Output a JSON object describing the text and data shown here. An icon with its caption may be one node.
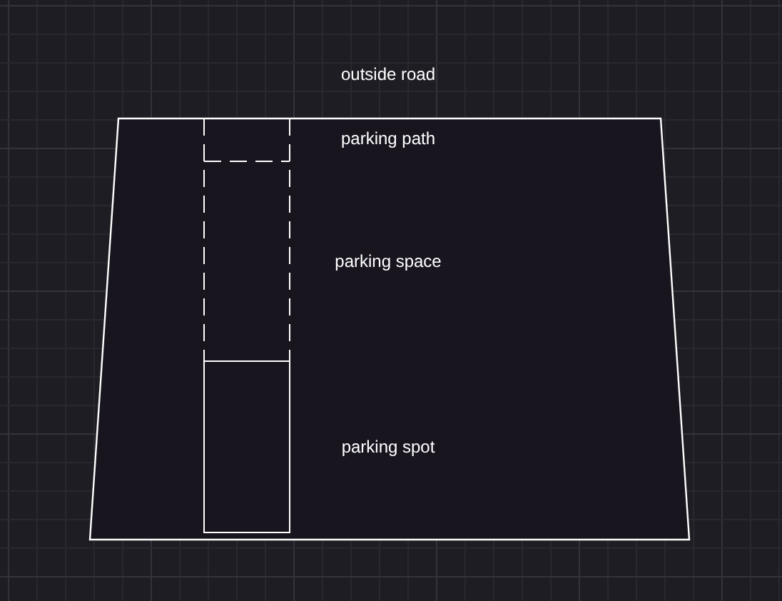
{
  "diagram": {
    "labels": [
      "outside road",
      "parking path",
      "parking space",
      "parking spot"
    ]
  }
}
